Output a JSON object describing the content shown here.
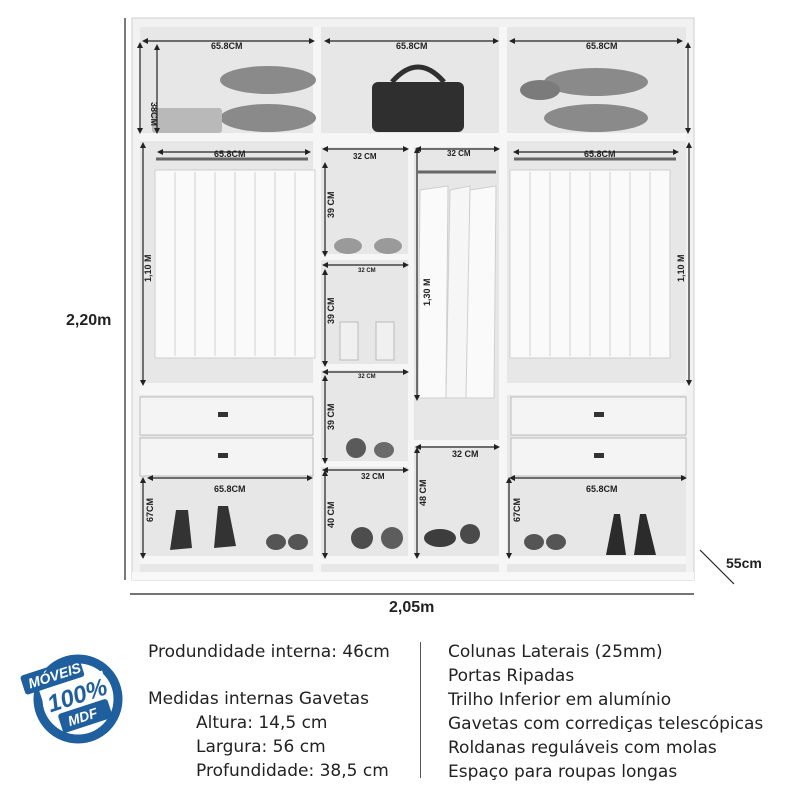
{
  "diagram": {
    "height_label": "2,20m",
    "width_label": "2,05m",
    "depth_label": "55cm",
    "top_left_width": "65.8CM",
    "top_mid_width": "65.8CM",
    "top_right_width": "65.8CM",
    "top_left_height": "38CM",
    "rail_left": "65.8CM",
    "rail_right": "65.8CM",
    "hang_left_height": "1,10 M",
    "hang_right_height": "1,10 M",
    "center_hang_height": "1,30 M",
    "col_width_top": "32 CM",
    "col_width_top_mid": "32 CM",
    "shelf1_width": "32 CM",
    "shelf1_height": "39 CM",
    "shelf2_height": "39 CM",
    "shelf2_width": "32 CM",
    "shelf3_height": "39 CM",
    "shelf4_width": "32 CM",
    "shelf4_height": "40 CM",
    "center_low_width": "32 CM",
    "center_low_height": "48 CM",
    "bottom_left_width": "65.8CM",
    "bottom_left_height": "67CM",
    "bottom_right_width": "65.8CM",
    "bottom_right_height": "67CM"
  },
  "seal": {
    "line1": "MÓVEIS",
    "line2": "100%",
    "line3": "MDF"
  },
  "specs_left": {
    "depth": "Produndidade interna: 46cm",
    "drawer_title": "Medidas internas Gavetas",
    "height": "Altura: 14,5 cm",
    "width": "Largura: 56 cm",
    "depth_drawer": "Profundidade: 38,5 cm"
  },
  "specs_right": [
    "Colunas Laterais (25mm)",
    "Portas Ripadas",
    "Trilho Inferior em alumínio",
    "Gavetas com corrediças telescópicas",
    "Roldanas reguláveis com molas",
    "Espaço para roupas longas"
  ],
  "colors": {
    "wardrobe": "#f3f3f3",
    "panel": "#e4e4e4",
    "line": "#222222",
    "seal_blue": "#1f5f9e"
  }
}
